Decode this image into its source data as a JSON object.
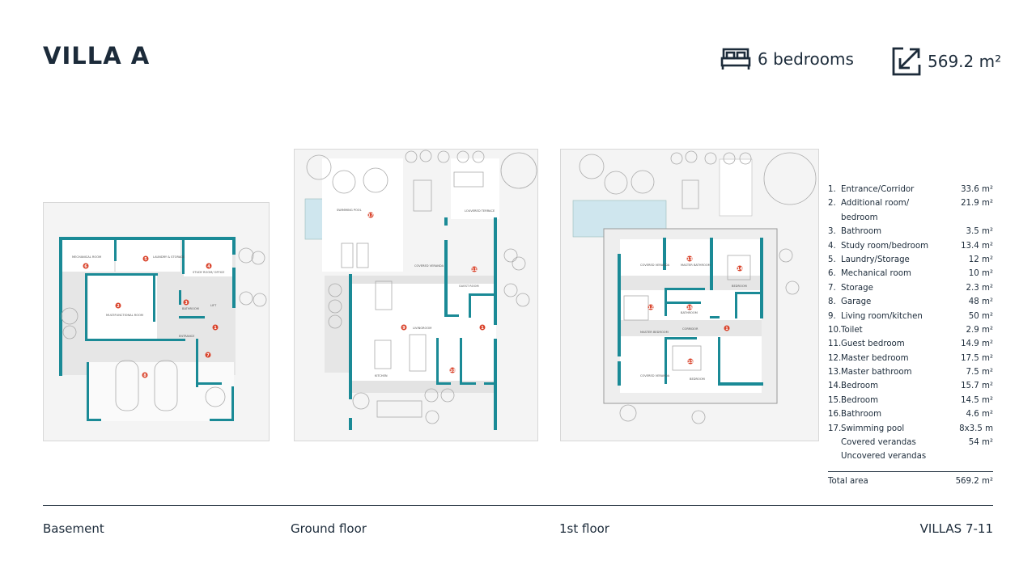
{
  "header": {
    "title": "VILLA A",
    "bedrooms": "6 bedrooms",
    "area": "569.2 m²",
    "bed_icon": "bed-icon",
    "area_icon": "resize-arrow-icon"
  },
  "colors": {
    "text": "#1c2b3a",
    "walls": "#1a8a96",
    "markers": "#d9432b"
  },
  "plans": {
    "basement": {
      "label": "Basement",
      "rooms": {
        "mechanical": "MECHANICAL ROOM",
        "laundry": "LAUNDRY & STORAGE",
        "study": "STUDY ROOM/ OFFICE",
        "multi": "MULTIFUNCTIONAL ROOM",
        "bathroom": "BATHROOM",
        "lift": "LIFT",
        "entrance": "ENTRANCE"
      }
    },
    "ground": {
      "label": "Ground floor",
      "rooms": {
        "pool": "SWIMMING POOL",
        "louvered": "LOUVERED TERRACE",
        "covered": "COVERED VERANDA",
        "guest": "GUEST ROOM",
        "living": "LIVINGROOM",
        "kitchen": "KITCHEN"
      }
    },
    "first": {
      "label": "1st floor",
      "rooms": {
        "covered1": "COVERED VERANDA",
        "masterbath": "MASTER BATHROOM",
        "bedroom14": "BEDROOM",
        "bathroom": "BATHROOM",
        "master": "MASTER BEDROOM",
        "corridor": "CORRIDOR",
        "covered2": "COVERED VERANDA",
        "bedroom15": "BEDROOM"
      }
    },
    "markers": [
      "1",
      "2",
      "3",
      "4",
      "5",
      "6",
      "7",
      "8",
      "9",
      "10",
      "11",
      "12",
      "13",
      "14",
      "15",
      "16",
      "17"
    ]
  },
  "legend": {
    "items": [
      {
        "num": "1.",
        "name": "Entrance/Corridor",
        "value": "33.6 m²"
      },
      {
        "num": "2.",
        "name": "Additional room/",
        "value": "21.9 m²"
      },
      {
        "num": "",
        "name": "bedroom",
        "value": ""
      },
      {
        "num": "3.",
        "name": "Bathroom",
        "value": "3.5 m²"
      },
      {
        "num": "4.",
        "name": "Study room/bedroom",
        "value": "13.4 m²"
      },
      {
        "num": "5.",
        "name": "Laundry/Storage",
        "value": "12 m²"
      },
      {
        "num": "6.",
        "name": "Mechanical room",
        "value": "10 m²"
      },
      {
        "num": "7.",
        "name": "Storage",
        "value": "2.3 m²"
      },
      {
        "num": "8.",
        "name": "Garage",
        "value": "48 m²"
      },
      {
        "num": "9.",
        "name": "Living room/kitchen",
        "value": "50 m²"
      },
      {
        "num": "10.",
        "name": "Toilet",
        "value": "2.9 m²"
      },
      {
        "num": "11.",
        "name": "Guest bedroom",
        "value": "14.9 m²"
      },
      {
        "num": "12.",
        "name": "Master bedroom",
        "value": "17.5 m²"
      },
      {
        "num": "13.",
        "name": "Master bathroom",
        "value": "7.5 m²"
      },
      {
        "num": "14.",
        "name": "Bedroom",
        "value": "15.7 m²"
      },
      {
        "num": "15.",
        "name": "Bedroom",
        "value": "14.5 m²"
      },
      {
        "num": "16.",
        "name": "Bathroom",
        "value": "4.6 m²"
      },
      {
        "num": "17.",
        "name": "Swimming pool",
        "value": "8x3.5 m"
      },
      {
        "num": "",
        "name": "Covered verandas",
        "value": "54 m²"
      },
      {
        "num": "",
        "name": "Uncovered verandas",
        "value": ""
      }
    ],
    "total_label": "Total area",
    "total_value": "569.2 m²"
  },
  "footer": {
    "project": "VILLAS 7-11"
  }
}
